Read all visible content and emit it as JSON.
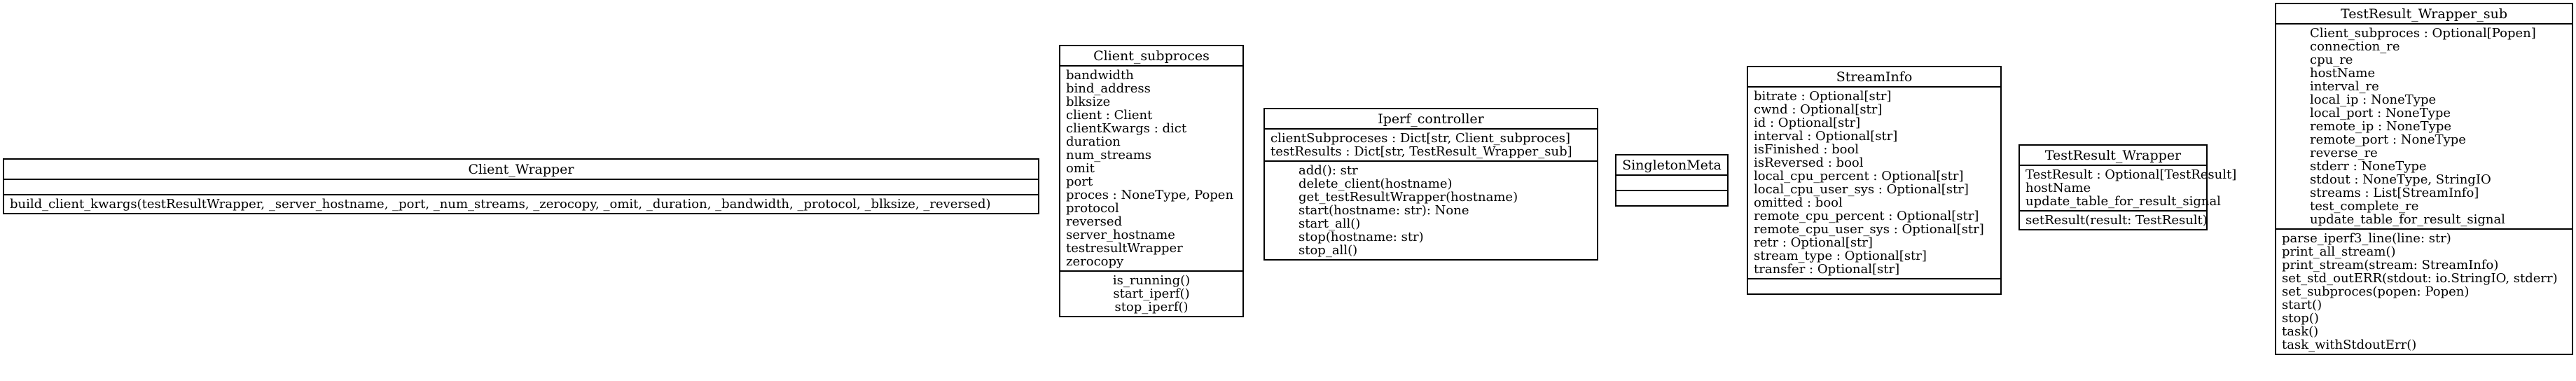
{
  "classes": [
    {
      "name": "Client_Wrapper",
      "attributes": [],
      "methods": [
        "build_client_kwargs(testResultWrapper, _server_hostname, _port, _num_streams, _zerocopy, _omit, _duration, _bandwidth, _protocol, _blksize, _reversed)"
      ]
    },
    {
      "name": "Client_subproces",
      "attributes": [
        "bandwidth",
        "bind_address",
        "blksize",
        "client : Client",
        "clientKwargs : dict",
        "duration",
        "num_streams",
        "omit",
        "port",
        "proces : NoneType, Popen",
        "protocol",
        "reversed",
        "server_hostname",
        "testresultWrapper",
        "zerocopy"
      ],
      "methods": [
        "is_running()",
        "start_iperf()",
        "stop_iperf()"
      ]
    },
    {
      "name": "Iperf_controller",
      "attributes": [
        "clientSubproceses : Dict[str, Client_subproces]",
        "testResults : Dict[str, TestResult_Wrapper_sub]"
      ],
      "methods": [
        "add(): str",
        "delete_client(hostname)",
        "get_testResultWrapper(hostname)",
        "start(hostname: str): None",
        "start_all()",
        "stop(hostname: str)",
        "stop_all()"
      ]
    },
    {
      "name": "SingletonMeta",
      "attributes": [],
      "methods": []
    },
    {
      "name": "StreamInfo",
      "attributes": [
        "bitrate : Optional[str]",
        "cwnd : Optional[str]",
        "id : Optional[str]",
        "interval : Optional[str]",
        "isFinished : bool",
        "isReversed : bool",
        "local_cpu_percent : Optional[str]",
        "local_cpu_user_sys : Optional[str]",
        "omitted : bool",
        "remote_cpu_percent : Optional[str]",
        "remote_cpu_user_sys : Optional[str]",
        "retr : Optional[str]",
        "stream_type : Optional[str]",
        "transfer : Optional[str]"
      ],
      "methods": []
    },
    {
      "name": "TestResult_Wrapper",
      "attributes": [
        "TestResult : Optional[TestResult]",
        "hostName",
        "update_table_for_result_signal"
      ],
      "methods": [
        "setResult(result: TestResult)"
      ]
    },
    {
      "name": "TestResult_Wrapper_sub",
      "attributes": [
        "Client_subproces : Optional[Popen]",
        "connection_re",
        "cpu_re",
        "hostName",
        "interval_re",
        "local_ip : NoneType",
        "local_port : NoneType",
        "remote_ip : NoneType",
        "remote_port : NoneType",
        "reverse_re",
        "stderr : NoneType",
        "stdout : NoneType, StringIO",
        "streams : List[StreamInfo]",
        "test_complete_re",
        "update_table_for_result_signal"
      ],
      "methods": [
        "parse_iperf3_line(line: str)",
        "print_all_stream()",
        "print_stream(stream: StreamInfo)",
        "set_std_outERR(stdout: io.StringIO, stderr)",
        "set_subproces(popen: Popen)",
        "start()",
        "stop()",
        "task()",
        "task_withStdoutErr()"
      ]
    }
  ]
}
